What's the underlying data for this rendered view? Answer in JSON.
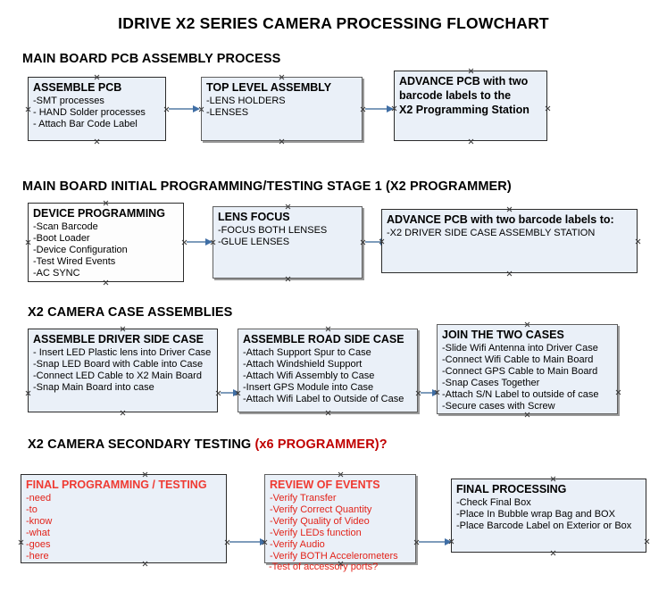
{
  "document": {
    "title": "IDRIVE X2  SERIES CAMERA PROCESSING FLOWCHART"
  },
  "sections": [
    {
      "id": "main-board-pcb-assembly",
      "heading": "MAIN BOARD PCB ASSEMBLY PROCESS",
      "heading_accent": ""
    },
    {
      "id": "main-board-initial-programming",
      "heading": "MAIN BOARD INITIAL PROGRAMMING/TESTING STAGE 1 (X2 PROGRAMMER)",
      "heading_accent": ""
    },
    {
      "id": "x2-camera-case-assemblies",
      "heading": "X2 CAMERA CASE ASSEMBLIES",
      "heading_accent": ""
    },
    {
      "id": "x2-camera-secondary-testing",
      "heading": "X2 CAMERA SECONDARY TESTING ",
      "heading_accent": "(x6 PROGRAMMER)?"
    }
  ],
  "nodes": [
    {
      "id": "assemble-pcb",
      "title": "ASSEMBLE PCB",
      "items": [
        "-SMT processes",
        "- HAND Solder processes",
        "- Attach Bar Code Label"
      ]
    },
    {
      "id": "top-level-assembly",
      "title": "TOP LEVEL ASSEMBLY",
      "items": [
        "-LENS HOLDERS",
        "-LENSES"
      ]
    },
    {
      "id": "advance-pcb-to-programming-station",
      "title": "ADVANCE PCB with two",
      "items": [
        "barcode labels to the",
        " X2 Programming Station"
      ]
    },
    {
      "id": "device-programming",
      "title": "DEVICE PROGRAMMING",
      "items": [
        "-Scan Barcode",
        "-Boot Loader",
        "-Device Configuration",
        "-Test Wired Events",
        "-AC SYNC"
      ]
    },
    {
      "id": "lens-focus",
      "title": "LENS FOCUS",
      "items": [
        "-FOCUS BOTH LENSES",
        "-GLUE LENSES"
      ]
    },
    {
      "id": "advance-pcb-to-driver-side-case",
      "title": "ADVANCE PCB with two barcode labels to:",
      "items": [
        "-X2 DRIVER  SIDE  CASE  ASSEMBLY STATION"
      ]
    },
    {
      "id": "assemble-driver-side-case",
      "title": "ASSEMBLE DRIVER SIDE CASE",
      "items": [
        "- Insert LED Plastic lens into Driver Case",
        "-Snap LED Board with Cable into Case",
        "-Connect LED Cable to X2 Main Board",
        "-Snap Main Board into case"
      ]
    },
    {
      "id": "assemble-road-side-case",
      "title": "ASSEMBLE ROAD SIDE CASE",
      "items": [
        "-Attach Support Spur to Case",
        "-Attach Windshield Support",
        "-Attach Wifi Assembly to Case",
        "-Insert GPS Module into Case",
        "-Attach Wifi Label to Outside of Case"
      ]
    },
    {
      "id": "join-the-two-cases",
      "title": "JOIN THE TWO CASES",
      "items": [
        "-Slide Wifi Antenna into Driver Case",
        "-Connect Wifi Cable to Main Board",
        "-Connect GPS Cable to Main Board",
        "-Snap Cases Together",
        "-Attach S/N Label to outside of case",
        "-Secure cases with Screw"
      ]
    },
    {
      "id": "final-programming-testing",
      "title": "FINAL PROGRAMMING / TESTING",
      "items": [
        "-need",
        "-to",
        "-know",
        "-what",
        "-goes",
        "-here"
      ]
    },
    {
      "id": "review-of-events",
      "title": "REVIEW OF EVENTS",
      "items": [
        "-Verify Transfer",
        "-Verify Correct Quantity",
        "-Verify Quality of Video",
        "-Verify LEDs function",
        "-Verify Audio",
        "-Verify BOTH Accelerometers"
      ],
      "overflow_item": "-Test of accessory ports?"
    },
    {
      "id": "final-processing",
      "title": "FINAL PROCESSING",
      "items": [
        " -Check Final Box",
        "-Place In Bubble wrap Bag and BOX",
        "-Place Barcode Label on Exterior or Box"
      ]
    }
  ],
  "colors": {
    "box_fill": "#eaf0f8",
    "box_fill_white": "#fdfdfd",
    "box_border": "#2b2b2b",
    "arrow_line": "#7e9cbb",
    "arrow_head": "#3f6ea5",
    "accent_red": "#e2231a",
    "text": "#000000"
  }
}
